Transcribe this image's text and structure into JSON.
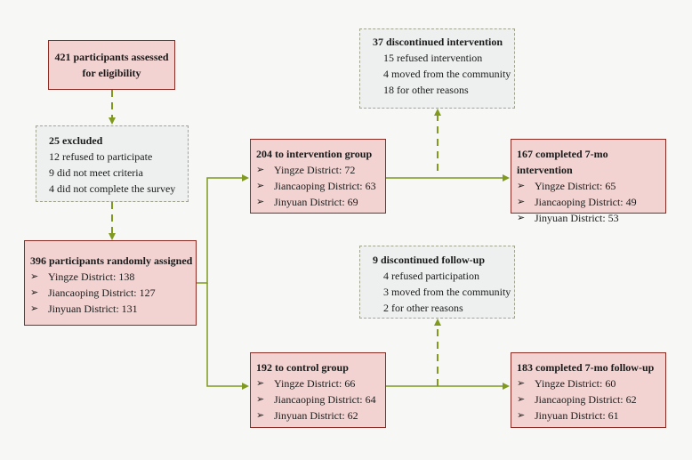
{
  "eligibility": {
    "title_line1": "421 participants assessed",
    "title_line2": "for eligibility"
  },
  "excluded": {
    "title": "25 excluded",
    "lines": [
      "12 refused to participate",
      "9 did not meet criteria",
      "4 did not complete the survey"
    ]
  },
  "randomized": {
    "title": "396 participants randomly assigned",
    "items": [
      "Yingze District: 138",
      "Jiancaoping District: 127",
      "Jinyuan District: 131"
    ]
  },
  "intervention_group": {
    "title": "204 to intervention group",
    "items": [
      "Yingze District: 72",
      "Jiancaoping District: 63",
      "Jinyuan District: 69"
    ]
  },
  "discontinued_intervention": {
    "title": "37 discontinued intervention",
    "lines": [
      "15 refused intervention",
      "4 moved from the community",
      "18 for other reasons"
    ]
  },
  "completed_intervention": {
    "title": "167 completed 7-mo intervention",
    "items": [
      "Yingze District: 65",
      "Jiancaoping District: 49",
      "Jinyuan District: 53"
    ]
  },
  "control_group": {
    "title": "192 to control group",
    "items": [
      "Yingze District: 66",
      "Jiancaoping District: 64",
      "Jinyuan District: 62"
    ]
  },
  "discontinued_followup": {
    "title": "9 discontinued follow-up",
    "lines": [
      "4 refused participation",
      "3 moved from the community",
      "2 for other reasons"
    ]
  },
  "completed_followup": {
    "title": "183 completed 7-mo follow-up",
    "items": [
      "Yingze District: 60",
      "Jiancaoping District: 62",
      "Jinyuan District: 61"
    ]
  },
  "colors": {
    "pink_fill": "#f2d3d1",
    "pink_border": "#8a2b24",
    "gray_fill": "#eef0f0",
    "connector": "#7f9a1e"
  }
}
